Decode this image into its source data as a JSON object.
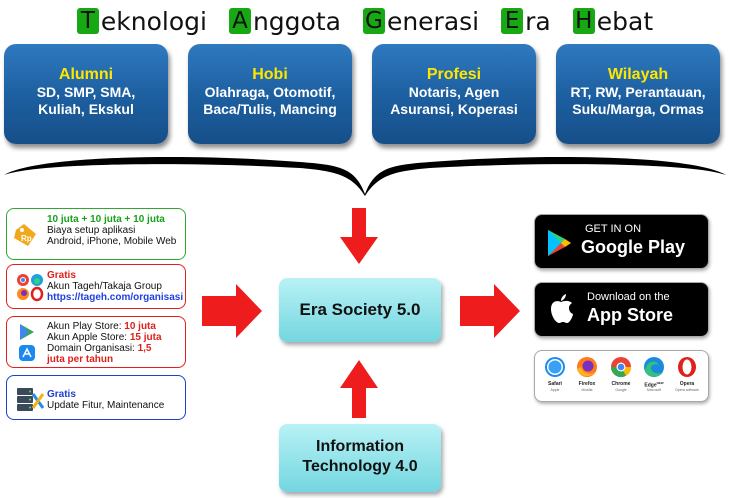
{
  "title": {
    "words": [
      {
        "initial": "T",
        "rest": "eknologi"
      },
      {
        "initial": "A",
        "rest": "nggota"
      },
      {
        "initial": "G",
        "rest": "enerasi"
      },
      {
        "initial": "E",
        "rest": "ra"
      },
      {
        "initial": "H",
        "rest": "ebat"
      }
    ]
  },
  "categories": [
    {
      "title": "Alumni",
      "lines": [
        "SD, SMP, SMA,",
        "Kuliah, Ekskul"
      ]
    },
    {
      "title": "Hobi",
      "lines": [
        "Olahraga, Otomotif,",
        "Baca/Tulis, Mancing"
      ]
    },
    {
      "title": "Profesi",
      "lines": [
        "Notaris, Agen",
        "Asuransi, Koperasi"
      ]
    },
    {
      "title": "Wilayah",
      "lines": [
        "RT, RW, Perantauan,",
        "Suku/Marga, Ormas"
      ]
    }
  ],
  "cards": {
    "setup": {
      "icon_label": "Rp",
      "line1": "10 juta + 10 juta + 10 juta",
      "line2": "Biaya setup aplikasi",
      "line3": "Android, iPhone, Mobile Web"
    },
    "account": {
      "line1": "Gratis",
      "line2": "Akun Tageh/Takaja Group",
      "line3": "https://tageh.com/organisasi"
    },
    "stores": {
      "play_prefix": "Akun Play Store: ",
      "play_value": "10 juta",
      "apple_prefix": "Akun Apple Store: ",
      "apple_value": "15 juta",
      "domain_prefix": "Domain Organisasi: ",
      "domain_value": "1,5",
      "domain_value2": "juta per tahun"
    },
    "update": {
      "line1": "Gratis",
      "line2": "Update Fitur, Maintenance"
    }
  },
  "center": {
    "era": "Era Society 5.0",
    "it_line1": "Information",
    "it_line2": "Technology 4.0"
  },
  "stores": {
    "google": {
      "small": "GET IN ON",
      "big": "Google Play"
    },
    "apple": {
      "small": "Download on the",
      "big": "App Store"
    }
  },
  "browsers": [
    {
      "name": "Safari",
      "sub": "Apple"
    },
    {
      "name": "Firefox",
      "sub": "Mozilla"
    },
    {
      "name": "Chrome",
      "sub": "Google"
    },
    {
      "name": "Edge",
      "sup": "NEW",
      "sub": "Microsoft"
    },
    {
      "name": "Opera",
      "sub": "Opera software"
    }
  ],
  "colors": {
    "title_letter_bg": "#18a814",
    "category_blue": "#1c5e9f",
    "category_title": "#ffe600",
    "arrow_red": "#ee1c1c",
    "center_box": "#8fe0e8",
    "card_green_border": "#2ea82e",
    "card_red_border": "#e0201a",
    "card_blue_border": "#1e3fd0"
  }
}
